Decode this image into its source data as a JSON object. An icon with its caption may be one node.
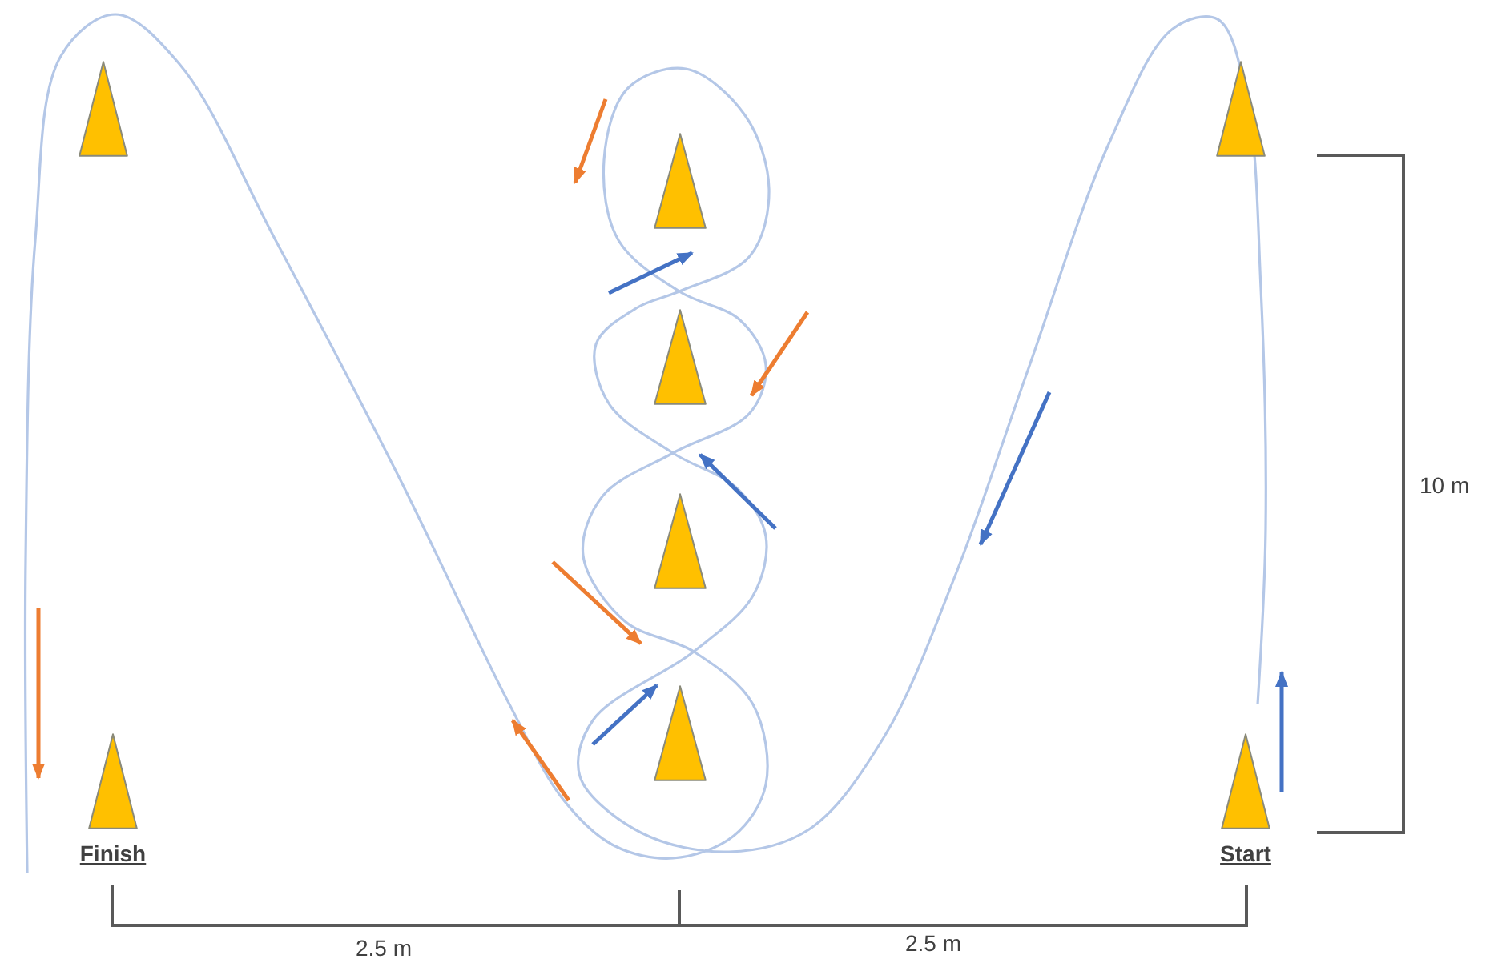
{
  "diagram": {
    "nodes": [
      {
        "text": [],
        "shape": "cone"
      },
      {
        "text": [],
        "shape": "cone"
      },
      {
        "text": [],
        "shape": "cone"
      },
      {
        "text": [],
        "shape": "cone"
      },
      {
        "text": [],
        "shape": "cone"
      },
      {
        "text": [],
        "shape": "cone",
        "beside": [
          "Finish"
        ]
      },
      {
        "text": [],
        "shape": "cone"
      },
      {
        "text": [],
        "shape": "cone",
        "beside": [
          "Start"
        ]
      }
    ],
    "labels": [
      "10 m",
      "2.5 m",
      "2.5 m"
    ]
  }
}
